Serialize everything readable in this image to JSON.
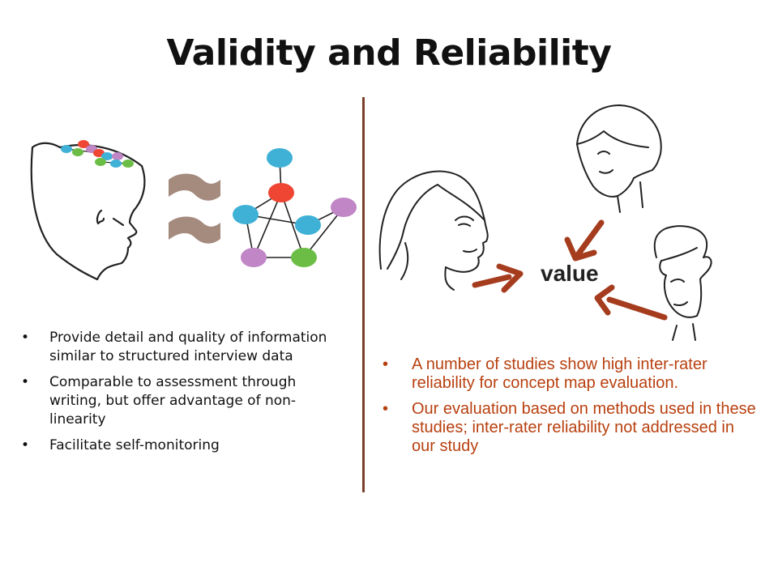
{
  "slide": {
    "title": "Validity and Reliability"
  },
  "left": {
    "bullets": [
      "Provide detail and quality of information similar to structured interview data",
      "Comparable to assessment through writing, but offer advantage of non-linearity",
      "Facilitate self-monitoring"
    ]
  },
  "right": {
    "value_label": "value",
    "bullets": [
      "A number of studies show high inter-rater reliability for concept map evaluation.",
      "Our evaluation based on methods used in these studies; inter-rater reliability not addressed in our study"
    ]
  },
  "colors": {
    "accent_brown": "#7a3f28",
    "text_orange": "#b8400f",
    "approx_symbol": "#a58a7e",
    "node_blue": "#3fb1d6",
    "node_red": "#ef4533",
    "node_purple": "#c086c6",
    "node_green": "#6cbd45"
  }
}
